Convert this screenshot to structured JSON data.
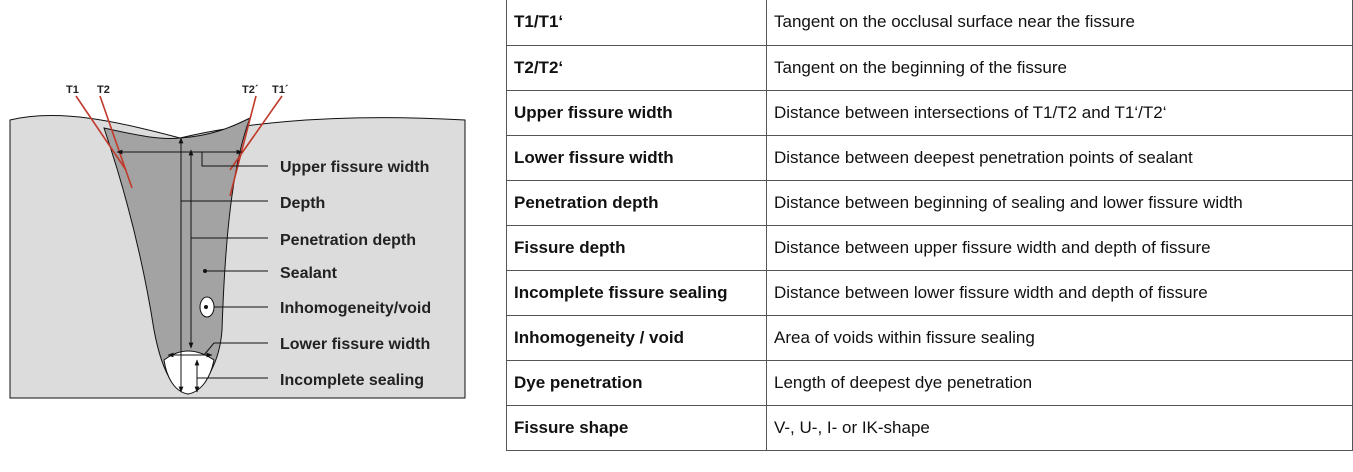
{
  "figure": {
    "tangent_labels": [
      "T1",
      "T2",
      "T2´",
      "T1´"
    ],
    "callouts": [
      "Upper fissure width",
      "Depth",
      "Penetration depth",
      "Sealant",
      "Inhomogeneity/void",
      "Lower fissure width",
      "Incomplete sealing"
    ],
    "colors": {
      "tooth": "#dcdcdc",
      "sealant": "#a3a3a3",
      "tangent": "#c0392b",
      "outline": "#111111"
    }
  },
  "table": {
    "rows": [
      {
        "term": "T1/T1‘",
        "definition": "Tangent on the occlusal surface near the fissure"
      },
      {
        "term": "T2/T2‘",
        "definition": "Tangent on the beginning of the fissure"
      },
      {
        "term": "Upper fissure width",
        "definition": "Distance between intersections of T1/T2 and T1‘/T2‘"
      },
      {
        "term": "Lower fissure width",
        "definition": "Distance between deepest penetration points of sealant"
      },
      {
        "term": "Penetration depth",
        "definition": "Distance between beginning of sealing and lower fissure width"
      },
      {
        "term": "Fissure depth",
        "definition": "Distance between upper fissure width and depth of fissure"
      },
      {
        "term": "Incomplete fissure sealing",
        "definition": "Distance between lower fissure width and depth of fissure"
      },
      {
        "term": "Inhomogeneity / void",
        "definition": "Area of voids within fissure sealing"
      },
      {
        "term": "Dye penetration",
        "definition": "Length of deepest dye penetration"
      },
      {
        "term": "Fissure shape",
        "definition": "V-, U-, I- or IK-shape"
      }
    ]
  }
}
